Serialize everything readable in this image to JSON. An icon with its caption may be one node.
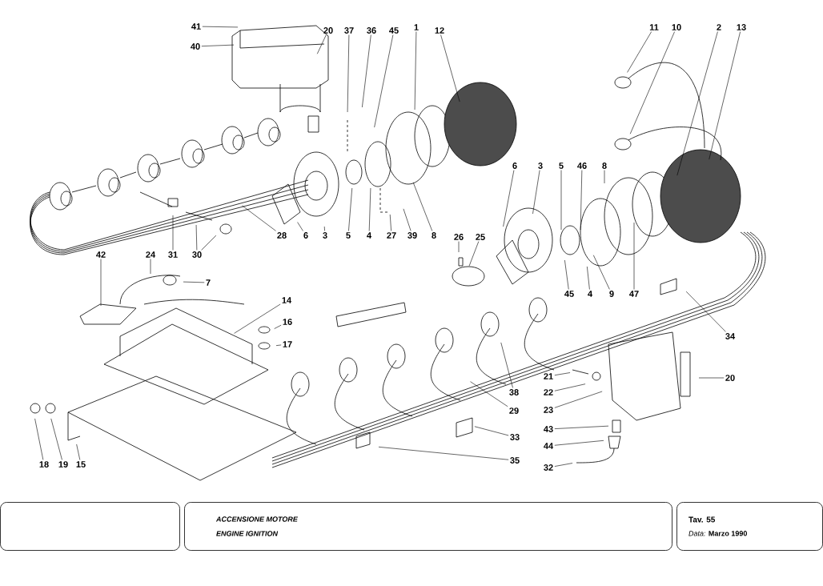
{
  "diagram": {
    "nodes": [
      {
        "text": [
          "41"
        ]
      },
      {
        "text": [
          "40"
        ]
      },
      {
        "text": [
          "20"
        ]
      },
      {
        "text": [
          "37"
        ]
      },
      {
        "text": [
          "36"
        ]
      },
      {
        "text": [
          "45"
        ]
      },
      {
        "text": [
          "1"
        ]
      },
      {
        "text": [
          "12"
        ]
      },
      {
        "text": [
          "11"
        ]
      },
      {
        "text": [
          "10"
        ]
      },
      {
        "text": [
          "2"
        ]
      },
      {
        "text": [
          "13"
        ]
      },
      {
        "text": [
          "6"
        ]
      },
      {
        "text": [
          "3"
        ]
      },
      {
        "text": [
          "5"
        ]
      },
      {
        "text": [
          "46"
        ]
      },
      {
        "text": [
          "8"
        ]
      },
      {
        "text": [
          "28"
        ]
      },
      {
        "text": [
          "6"
        ]
      },
      {
        "text": [
          "3"
        ]
      },
      {
        "text": [
          "5"
        ]
      },
      {
        "text": [
          "4"
        ]
      },
      {
        "text": [
          "27"
        ]
      },
      {
        "text": [
          "39"
        ]
      },
      {
        "text": [
          "8"
        ]
      },
      {
        "text": [
          "26"
        ]
      },
      {
        "text": [
          "25"
        ]
      },
      {
        "text": [
          "31"
        ]
      },
      {
        "text": [
          "30"
        ]
      },
      {
        "text": [
          "42"
        ]
      },
      {
        "text": [
          "24"
        ]
      },
      {
        "text": [
          "7"
        ]
      },
      {
        "text": [
          "45"
        ]
      },
      {
        "text": [
          "4"
        ]
      },
      {
        "text": [
          "9"
        ]
      },
      {
        "text": [
          "47"
        ]
      },
      {
        "text": [
          "14"
        ]
      },
      {
        "text": [
          "16"
        ]
      },
      {
        "text": [
          "17"
        ]
      },
      {
        "text": [
          "34"
        ]
      },
      {
        "text": [
          "20"
        ]
      },
      {
        "text": [
          "21"
        ]
      },
      {
        "text": [
          "38"
        ]
      },
      {
        "text": [
          "22"
        ]
      },
      {
        "text": [
          "29"
        ]
      },
      {
        "text": [
          "23"
        ]
      },
      {
        "text": [
          "43"
        ]
      },
      {
        "text": [
          "33"
        ]
      },
      {
        "text": [
          "44"
        ]
      },
      {
        "text": [
          "35"
        ]
      },
      {
        "text": [
          "32"
        ]
      },
      {
        "text": [
          "18"
        ]
      },
      {
        "text": [
          "19"
        ]
      },
      {
        "text": [
          "15"
        ]
      },
      {
        "text": [],
        "shape": "box"
      },
      {
        "text": [
          "ACCENSIONE MOTORE",
          "ENGINE IGNITION"
        ]
      },
      {
        "text": [
          "Tav. 55",
          "*Data:* **Marzo 1990**"
        ]
      }
    ],
    "edges": [
      {
        "from": 0,
        "to": null,
        "arrow": "none"
      },
      {
        "from": 1,
        "to": null,
        "arrow": "none"
      },
      {
        "from": 2,
        "to": null,
        "arrow": "none"
      },
      {
        "from": 3,
        "to": null,
        "arrow": "none"
      },
      {
        "from": 4,
        "to": null,
        "arrow": "none"
      },
      {
        "from": 5,
        "to": null,
        "arrow": "none"
      },
      {
        "from": 6,
        "to": null,
        "arrow": "none"
      },
      {
        "from": 7,
        "to": null,
        "arrow": "none"
      },
      {
        "from": 8,
        "to": null,
        "arrow": "none"
      },
      {
        "from": 9,
        "to": null,
        "arrow": "none"
      },
      {
        "from": 10,
        "to": null,
        "arrow": "none"
      },
      {
        "from": 11,
        "to": null,
        "arrow": "none"
      },
      {
        "from": 12,
        "to": null,
        "arrow": "none"
      },
      {
        "from": 13,
        "to": null,
        "arrow": "none"
      },
      {
        "from": 14,
        "to": null,
        "arrow": "none"
      },
      {
        "from": 15,
        "to": null,
        "arrow": "none"
      },
      {
        "from": 16,
        "to": null,
        "arrow": "none"
      },
      {
        "from": 17,
        "to": null,
        "arrow": "none"
      },
      {
        "from": 18,
        "to": null,
        "arrow": "none"
      },
      {
        "from": 19,
        "to": null,
        "arrow": "none"
      },
      {
        "from": 20,
        "to": null,
        "arrow": "none"
      },
      {
        "from": 21,
        "to": null,
        "arrow": "none"
      },
      {
        "from": 22,
        "to": null,
        "arrow": "none"
      },
      {
        "from": 23,
        "to": null,
        "arrow": "none"
      },
      {
        "from": 24,
        "to": null,
        "arrow": "none"
      },
      {
        "from": 25,
        "to": null,
        "arrow": "none"
      },
      {
        "from": 26,
        "to": null,
        "arrow": "none"
      },
      {
        "from": 27,
        "to": null,
        "arrow": "none"
      },
      {
        "from": 28,
        "to": null,
        "arrow": "none"
      },
      {
        "from": 28,
        "to": null,
        "arrow": "none"
      },
      {
        "from": 29,
        "to": null,
        "arrow": "none"
      },
      {
        "from": 30,
        "to": null,
        "arrow": "none"
      },
      {
        "from": 31,
        "to": null,
        "arrow": "none"
      },
      {
        "from": 32,
        "to": null,
        "arrow": "none"
      },
      {
        "from": 33,
        "to": null,
        "arrow": "none"
      },
      {
        "from": 34,
        "to": null,
        "arrow": "none"
      },
      {
        "from": 35,
        "to": null,
        "arrow": "none"
      },
      {
        "from": 36,
        "to": null,
        "arrow": "none"
      },
      {
        "from": 37,
        "to": null,
        "arrow": "none"
      },
      {
        "from": 38,
        "to": null,
        "arrow": "none"
      },
      {
        "from": 39,
        "to": null,
        "arrow": "none"
      },
      {
        "from": 40,
        "to": null,
        "arrow": "none"
      },
      {
        "from": 41,
        "to": null,
        "arrow": "none"
      },
      {
        "from": 42,
        "to": null,
        "arrow": "none"
      },
      {
        "from": 43,
        "to": null,
        "arrow": "none"
      },
      {
        "from": 44,
        "to": null,
        "arrow": "none"
      },
      {
        "from": 45,
        "to": null,
        "arrow": "none"
      },
      {
        "from": 46,
        "to": null,
        "arrow": "none"
      },
      {
        "from": 47,
        "to": null,
        "arrow": "none"
      },
      {
        "from": 48,
        "to": null,
        "arrow": "none"
      },
      {
        "from": 49,
        "to": null,
        "arrow": "none"
      },
      {
        "from": 50,
        "to": null,
        "arrow": "none"
      },
      {
        "from": 51,
        "to": null,
        "arrow": "none"
      },
      {
        "from": 52,
        "to": null,
        "arrow": "none"
      },
      {
        "from": 53,
        "to": null,
        "arrow": "none"
      }
    ]
  }
}
